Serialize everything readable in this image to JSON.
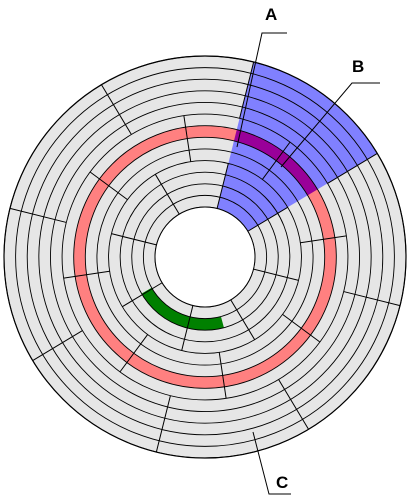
{
  "labels": {
    "a": "A",
    "b": "B",
    "c": "C"
  },
  "disk": {
    "track_count": 13,
    "sector_count": 8,
    "highlighted_track_index": 6,
    "highlighted_sector_index": 1,
    "cluster_track_index": 1,
    "cluster_start_sector": 4,
    "cluster_end_sector": 6
  },
  "colors": {
    "platter": "#e6e6e6",
    "grid_line": "#000000",
    "track_highlight": "#ff8080",
    "sector_highlight": "#8080ff",
    "sector_track_overlap": "#990099",
    "cluster_highlight": "#008000",
    "spindle_hole": "#ffffff"
  }
}
